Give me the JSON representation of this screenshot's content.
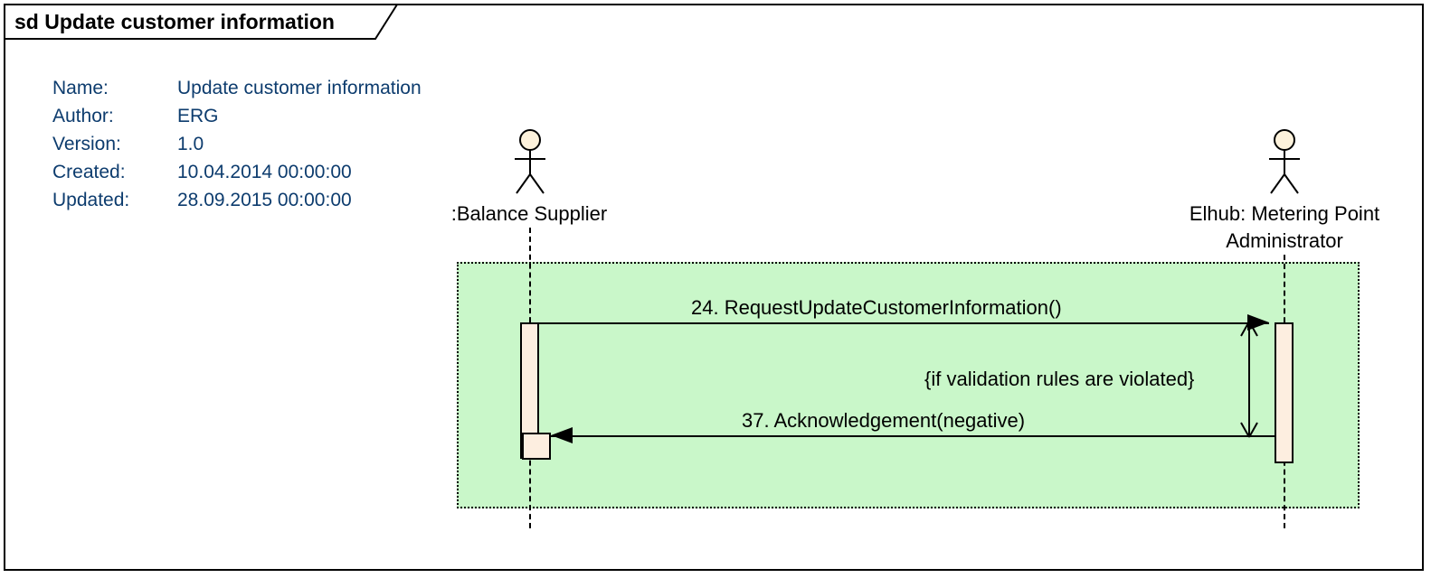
{
  "frame": {
    "title": "sd Update customer information"
  },
  "metadata": {
    "rows": [
      {
        "label": "Name:",
        "value": "Update customer information"
      },
      {
        "label": "Author:",
        "value": "ERG"
      },
      {
        "label": "Version:",
        "value": "1.0"
      },
      {
        "label": "Created:",
        "value": "10.04.2014 00:00:00"
      },
      {
        "label": "Updated:",
        "value": "28.09.2015 00:00:00"
      }
    ]
  },
  "lifelines": [
    {
      "id": "balance-supplier",
      "label": ":Balance Supplier"
    },
    {
      "id": "elhub-mpa",
      "label_line1": "Elhub: Metering Point",
      "label_line2": "Administrator"
    }
  ],
  "messages": [
    {
      "id": "msg-24",
      "label": "24. RequestUpdateCustomerInformation()",
      "direction": "right",
      "from": "balance-supplier",
      "to": "elhub-mpa"
    },
    {
      "id": "msg-37",
      "label": "37. Acknowledgement(negative)",
      "direction": "left",
      "from": "elhub-mpa",
      "to": "balance-supplier"
    }
  ],
  "constraints": [
    {
      "id": "validation-guard",
      "label": "{if validation rules are violated}"
    }
  ],
  "colors": {
    "metadata_text": "#0d3c6e",
    "fragment_fill": "#c9f7c9",
    "activation_fill": "#fdeee0",
    "actor_head_fill": "#fdf2dc",
    "line": "#000000"
  }
}
